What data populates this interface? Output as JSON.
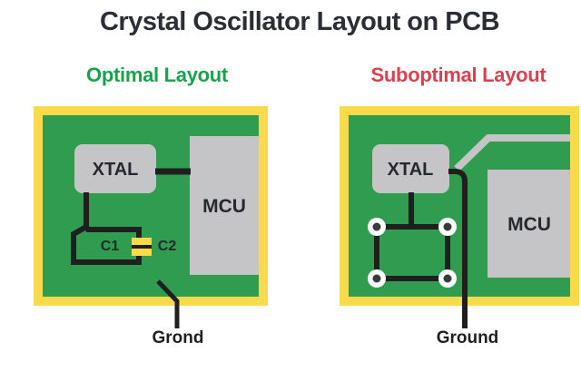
{
  "title": "Crystal Oscillator Layout on PCB",
  "colors": {
    "pcb_copper_green": "#2f9c4f",
    "board_edge_yellow": "#f8da4a",
    "component_gray": "#c5c5c7",
    "trace_black": "#1f1f1f",
    "via_ring_white": "#ffffff",
    "via_dot_gray": "#3a3a3c",
    "optimal_heading_green": "#18a24b",
    "suboptimal_heading_red": "#d8414d",
    "title_text": "#2b2e35"
  },
  "panels": {
    "optimal": {
      "heading": "Optimal Layout",
      "xtal": "XTAL",
      "mcu": "MCU",
      "c1": "C1",
      "c2": "C2",
      "ground_label": "Grond"
    },
    "suboptimal": {
      "heading": "Suboptimal Layout",
      "xtal": "XTAL",
      "mcu": "MCU",
      "ground_label": "Ground"
    }
  }
}
